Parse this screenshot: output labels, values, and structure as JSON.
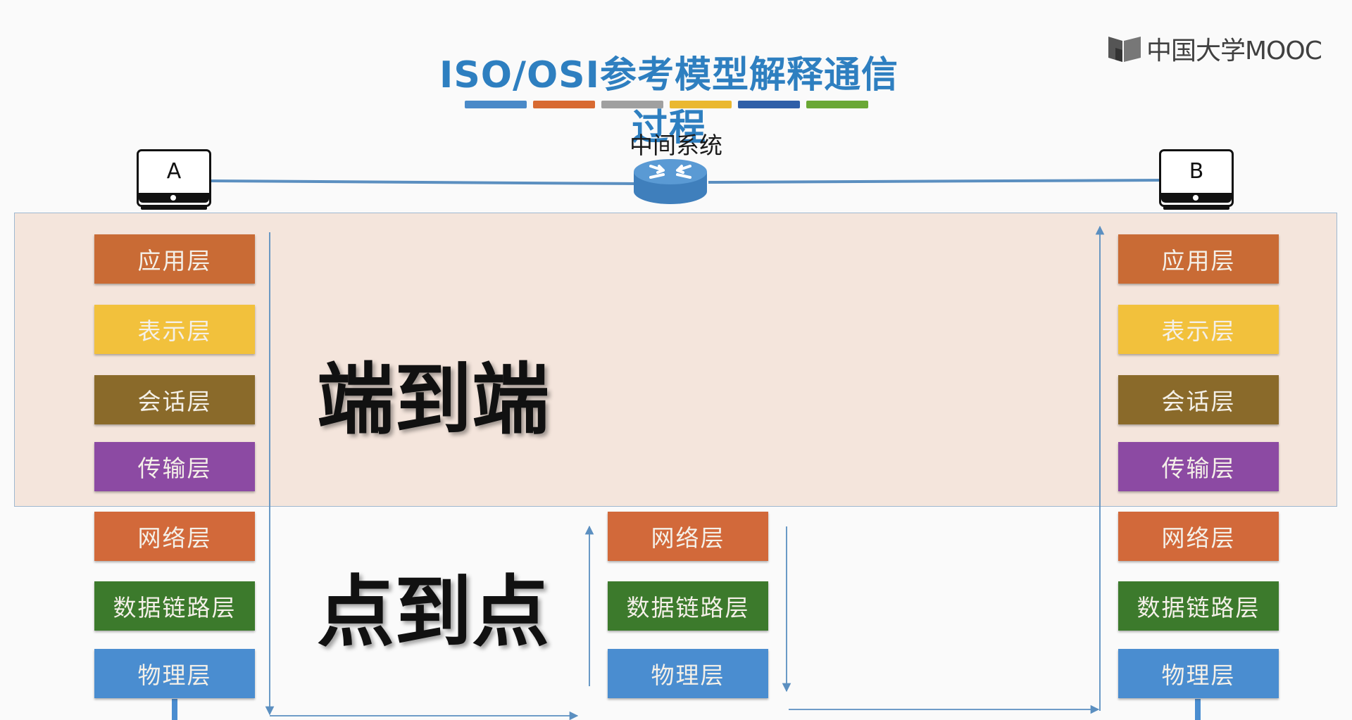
{
  "title": "ISO/OSI参考模型解释通信过程",
  "logo": {
    "text": "中国大学MOOC",
    "icon": "mooc-book-icon"
  },
  "title_strip_colors": [
    "#4a8ac8",
    "#d86a32",
    "#a0a0a0",
    "#eab830",
    "#2f5fa8",
    "#6aa835"
  ],
  "middle_system": {
    "label": "中间系统",
    "icon": "router-icon"
  },
  "host_a": {
    "label": "A",
    "icon": "computer-icon"
  },
  "host_b": {
    "label": "B",
    "icon": "computer-icon"
  },
  "end_to_end_label": "端到端",
  "point_to_point_label": "点到点",
  "layers": {
    "application": {
      "label": "应用层",
      "color": "#c96b35"
    },
    "presentation": {
      "label": "表示层",
      "color": "#f2c13c"
    },
    "session": {
      "label": "会话层",
      "color": "#8a6a2a"
    },
    "transport": {
      "label": "传输层",
      "color": "#8c4aa3"
    },
    "network": {
      "label": "网络层",
      "color": "#d2693a"
    },
    "datalink": {
      "label": "数据链路层",
      "color": "#3c7a2c"
    },
    "physical": {
      "label": "物理层",
      "color": "#4a8dd0"
    }
  },
  "colors": {
    "title": "#2e7fc0",
    "link_line": "#5b8fc0",
    "end_to_end_panel": "#f4e5dc",
    "router_body": "#4f8fc9"
  }
}
